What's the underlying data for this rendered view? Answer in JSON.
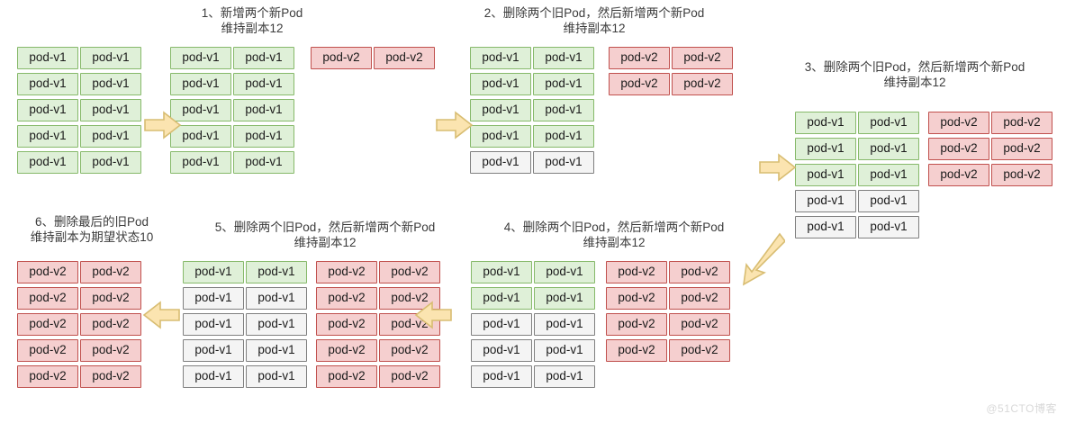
{
  "diagram": {
    "title_watermark": "@51CTO博客",
    "pod_labels": {
      "v1": "pod-v1",
      "v2": "pod-v2"
    },
    "captions": [
      {
        "id": "step1",
        "lines": [
          "1、新增两个新Pod",
          "维持副本12"
        ]
      },
      {
        "id": "step2",
        "lines": [
          "2、删除两个旧Pod，然后新增两个新Pod",
          "维持副本12"
        ]
      },
      {
        "id": "step3",
        "lines": [
          "3、删除两个旧Pod，然后新增两个新Pod",
          "维持副本12"
        ]
      },
      {
        "id": "step4",
        "lines": [
          "4、删除两个旧Pod，然后新增两个新Pod",
          "维持副本12"
        ]
      },
      {
        "id": "step5",
        "lines": [
          "5、删除两个旧Pod，然后新增两个新Pod",
          "维持副本12"
        ]
      },
      {
        "id": "step6",
        "lines": [
          "6、删除最后的旧Pod",
          "维持副本为期望状态10"
        ]
      }
    ],
    "stages": [
      {
        "id": "stage-initial",
        "old_column": [
          [
            "green",
            "green"
          ],
          [
            "green",
            "green"
          ],
          [
            "green",
            "green"
          ],
          [
            "green",
            "green"
          ],
          [
            "green",
            "green"
          ]
        ],
        "new_column": []
      },
      {
        "id": "stage-1",
        "old_column": [
          [
            "green",
            "green"
          ],
          [
            "green",
            "green"
          ],
          [
            "green",
            "green"
          ],
          [
            "green",
            "green"
          ],
          [
            "green",
            "green"
          ]
        ],
        "new_column": [
          [
            "red",
            "red"
          ]
        ]
      },
      {
        "id": "stage-2",
        "old_column": [
          [
            "green",
            "green"
          ],
          [
            "green",
            "green"
          ],
          [
            "green",
            "green"
          ],
          [
            "green",
            "green"
          ],
          [
            "grey",
            "grey"
          ]
        ],
        "new_column": [
          [
            "red",
            "red"
          ],
          [
            "red",
            "red"
          ]
        ]
      },
      {
        "id": "stage-3",
        "old_column": [
          [
            "green",
            "green"
          ],
          [
            "green",
            "green"
          ],
          [
            "green",
            "green"
          ],
          [
            "grey",
            "grey"
          ],
          [
            "grey",
            "grey"
          ]
        ],
        "new_column": [
          [
            "red",
            "red"
          ],
          [
            "red",
            "red"
          ],
          [
            "red",
            "red"
          ]
        ]
      },
      {
        "id": "stage-4",
        "old_column": [
          [
            "green",
            "green"
          ],
          [
            "green",
            "green"
          ],
          [
            "grey",
            "grey"
          ],
          [
            "grey",
            "grey"
          ],
          [
            "grey",
            "grey"
          ]
        ],
        "new_column": [
          [
            "red",
            "red"
          ],
          [
            "red",
            "red"
          ],
          [
            "red",
            "red"
          ],
          [
            "red",
            "red"
          ]
        ]
      },
      {
        "id": "stage-5",
        "old_column": [
          [
            "green",
            "green"
          ],
          [
            "grey",
            "grey"
          ],
          [
            "grey",
            "grey"
          ],
          [
            "grey",
            "grey"
          ],
          [
            "grey",
            "grey"
          ]
        ],
        "new_column": [
          [
            "red",
            "red"
          ],
          [
            "red",
            "red"
          ],
          [
            "red",
            "red"
          ],
          [
            "red",
            "red"
          ],
          [
            "red",
            "red"
          ]
        ]
      },
      {
        "id": "stage-6",
        "old_column": [],
        "new_column": [
          [
            "red",
            "red"
          ],
          [
            "red",
            "red"
          ],
          [
            "red",
            "red"
          ],
          [
            "red",
            "red"
          ],
          [
            "red",
            "red"
          ]
        ]
      }
    ],
    "arrows": [
      {
        "id": "arrow-1",
        "direction": "right"
      },
      {
        "id": "arrow-2",
        "direction": "right"
      },
      {
        "id": "arrow-3",
        "direction": "right"
      },
      {
        "id": "arrow-4",
        "direction": "down-left"
      },
      {
        "id": "arrow-5",
        "direction": "left"
      },
      {
        "id": "arrow-6",
        "direction": "left"
      }
    ]
  }
}
